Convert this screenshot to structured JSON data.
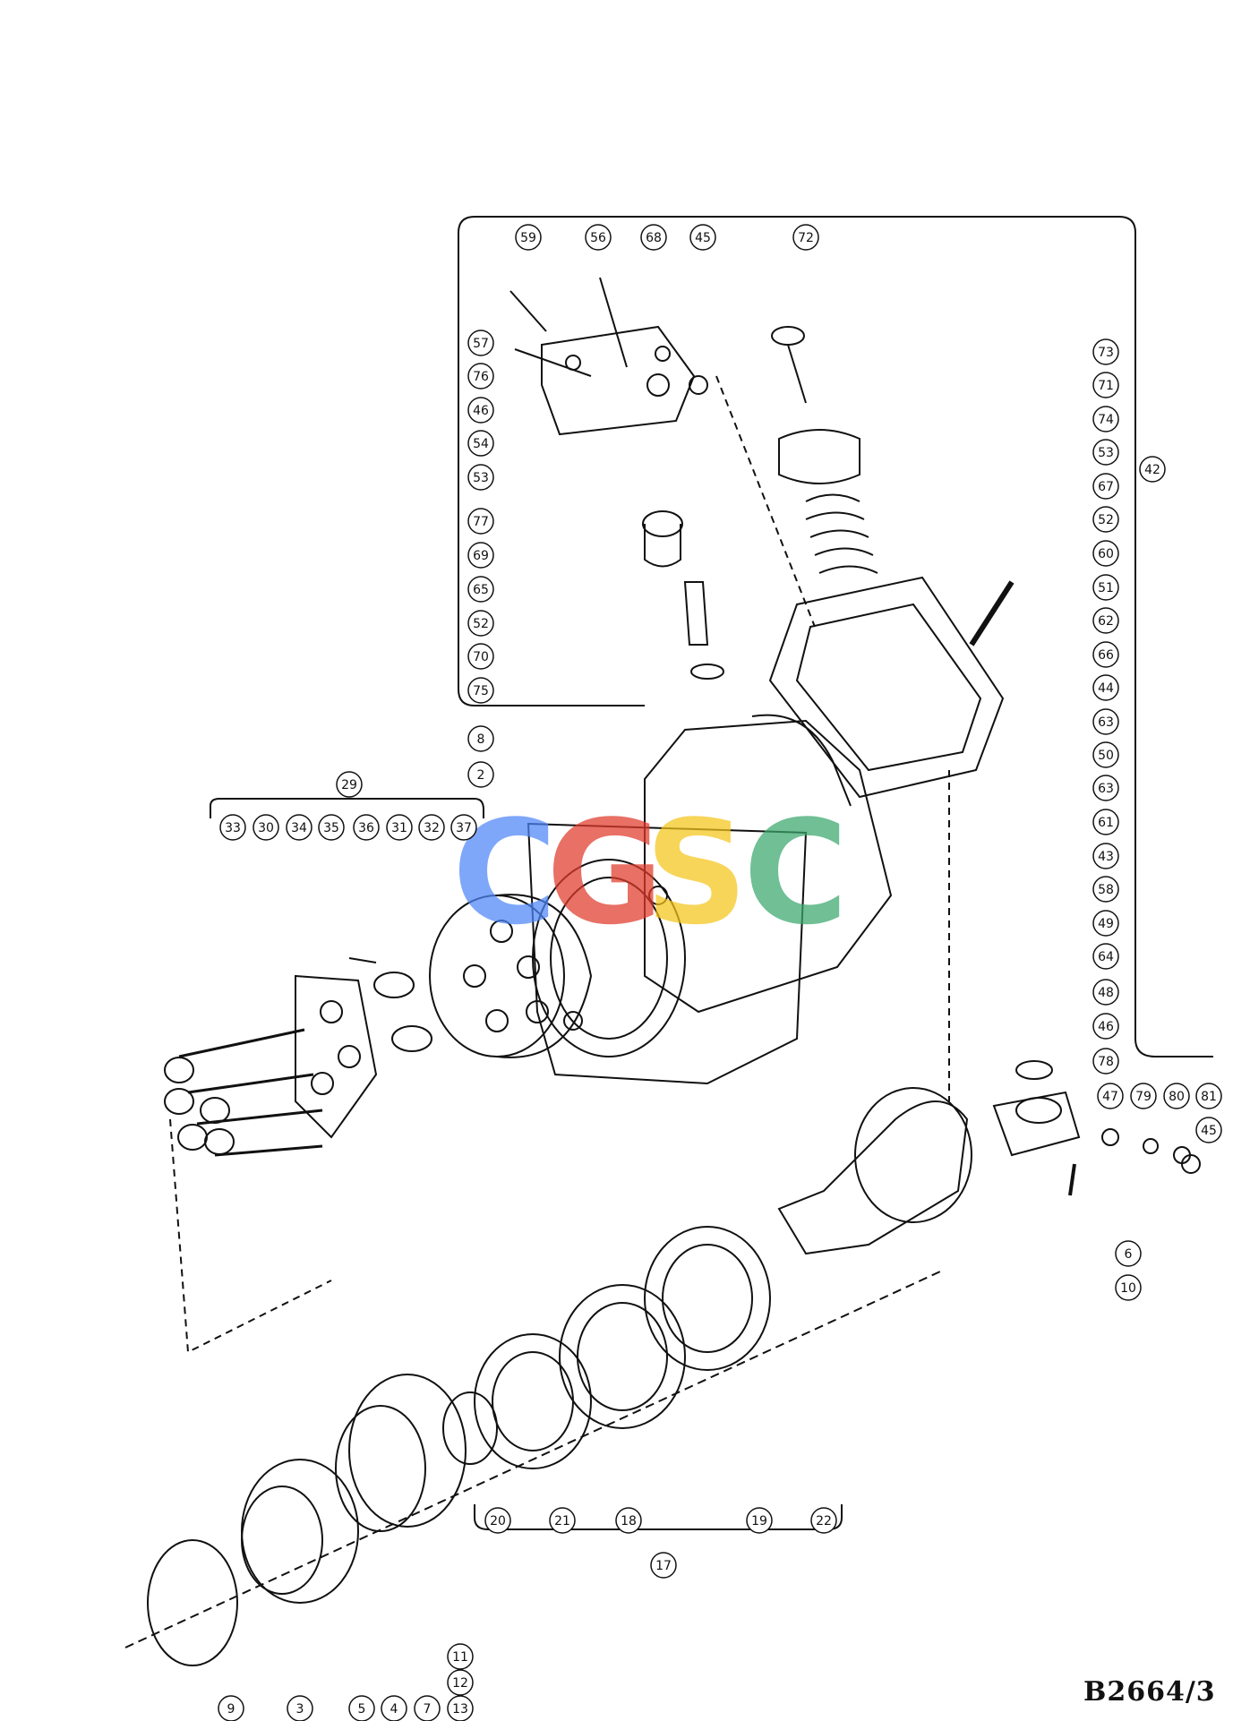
{
  "diagram": {
    "drawing_reference": "B2664/3",
    "callouts": [
      "59",
      "56",
      "68",
      "45",
      "72",
      "57",
      "76",
      "46",
      "54",
      "53",
      "77",
      "69",
      "65",
      "52",
      "70",
      "75",
      "73",
      "71",
      "74",
      "53",
      "67",
      "52",
      "60",
      "51",
      "62",
      "66",
      "44",
      "63",
      "50",
      "63",
      "61",
      "43",
      "58",
      "49",
      "64",
      "48",
      "46",
      "78",
      "47",
      "79",
      "80",
      "81",
      "45",
      "42",
      "8",
      "2",
      "29",
      "33",
      "30",
      "34",
      "35",
      "36",
      "31",
      "32",
      "37",
      "6",
      "10",
      "9",
      "3",
      "5",
      "4",
      "7",
      "11",
      "12",
      "13",
      "20",
      "21",
      "18",
      "19",
      "22",
      "17"
    ]
  },
  "watermark": {
    "text": "CGSC",
    "letters": [
      {
        "char": "C",
        "color": "#4f86f7"
      },
      {
        "char": "G",
        "color": "#e03a2a"
      },
      {
        "char": "S",
        "color": "#f5c518"
      },
      {
        "char": "C",
        "color": "#3aa76d"
      }
    ]
  }
}
